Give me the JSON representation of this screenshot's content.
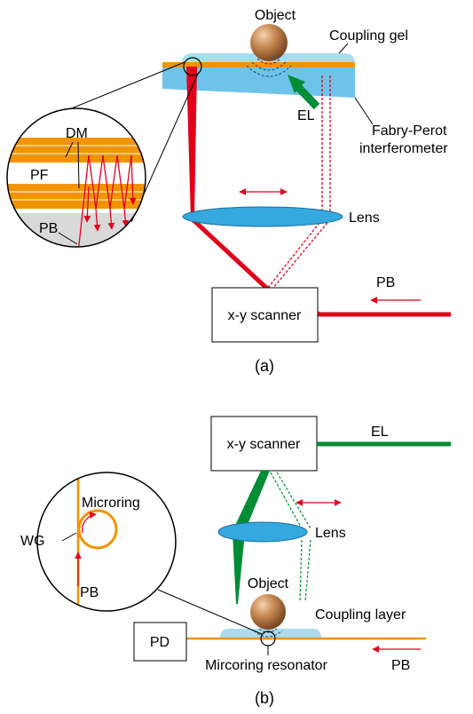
{
  "panel_a": {
    "caption": "(a)",
    "labels": {
      "object": "Object",
      "coupling": "Coupling gel",
      "el": "EL",
      "fp_line1": "Fabry-Perot",
      "fp_line2": "interferometer",
      "lens": "Lens",
      "scanner": "x-y scanner",
      "pb": "PB",
      "inset_dm": "DM",
      "inset_pf": "PF",
      "inset_pb": "PB"
    }
  },
  "panel_b": {
    "caption": "(b)",
    "labels": {
      "scanner": "x-y scanner",
      "el": "EL",
      "lens": "Lens",
      "object": "Object",
      "coupling": "Coupling layer",
      "pd": "PD",
      "resonator": "Mircoring resonator",
      "pb": "PB",
      "inset_wg": "WG",
      "inset_microring": "Microring",
      "inset_pb": "PB"
    }
  },
  "colors": {
    "red": "#e2001a",
    "green": "#008d36",
    "orange": "#f29400",
    "light_blue": "#a9dcf0",
    "blue": "#6ec3ea",
    "lens_blue": "#35a8e0",
    "gray": "#d9d9d9",
    "object": "#b87a4c"
  }
}
